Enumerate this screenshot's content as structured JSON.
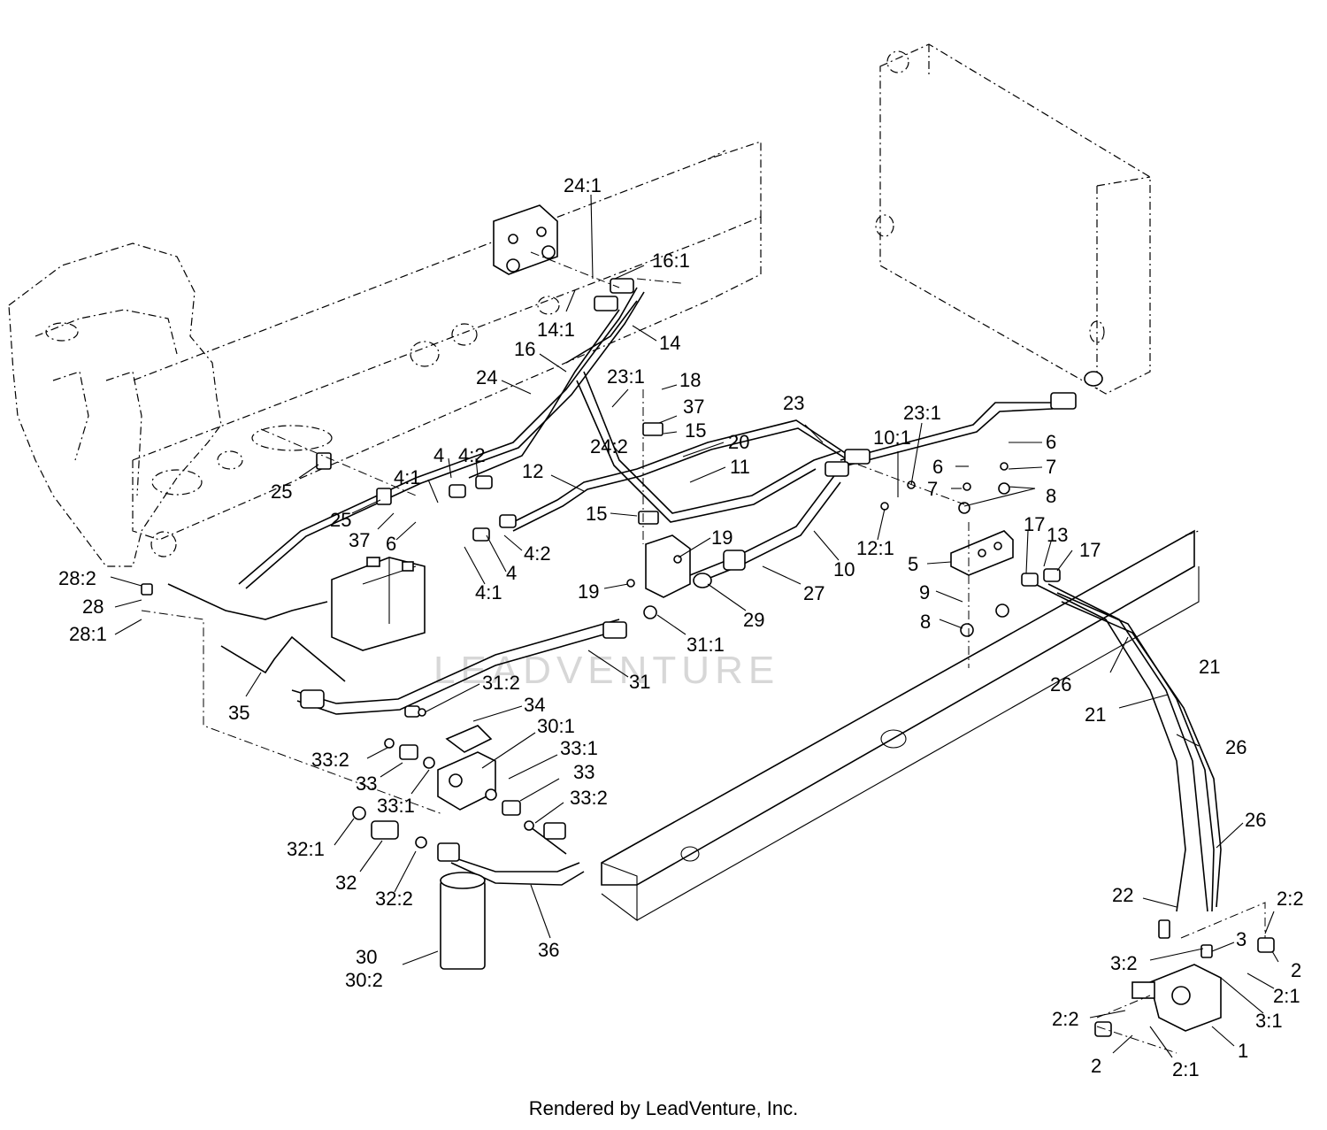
{
  "watermark": "LEADVENTURE",
  "footer": "Rendered by LeadVenture, Inc.",
  "callouts": [
    {
      "text": "24:1"
    },
    {
      "text": "16:1"
    },
    {
      "text": "14:1"
    },
    {
      "text": "14"
    },
    {
      "text": "16"
    },
    {
      "text": "24"
    },
    {
      "text": "23:1"
    },
    {
      "text": "18"
    },
    {
      "text": "37"
    },
    {
      "text": "15"
    },
    {
      "text": "24:2"
    },
    {
      "text": "20"
    },
    {
      "text": "11"
    },
    {
      "text": "23"
    },
    {
      "text": "23:1"
    },
    {
      "text": "10:1"
    },
    {
      "text": "6"
    },
    {
      "text": "7"
    },
    {
      "text": "6"
    },
    {
      "text": "7"
    },
    {
      "text": "8"
    },
    {
      "text": "4:1"
    },
    {
      "text": "4"
    },
    {
      "text": "4:2"
    },
    {
      "text": "12"
    },
    {
      "text": "25"
    },
    {
      "text": "25"
    },
    {
      "text": "37"
    },
    {
      "text": "6"
    },
    {
      "text": "15"
    },
    {
      "text": "19"
    },
    {
      "text": "4:2"
    },
    {
      "text": "4"
    },
    {
      "text": "4:1"
    },
    {
      "text": "19"
    },
    {
      "text": "12:1"
    },
    {
      "text": "17"
    },
    {
      "text": "13"
    },
    {
      "text": "17"
    },
    {
      "text": "5"
    },
    {
      "text": "10"
    },
    {
      "text": "27"
    },
    {
      "text": "29"
    },
    {
      "text": "9"
    },
    {
      "text": "8"
    },
    {
      "text": "28:2"
    },
    {
      "text": "28"
    },
    {
      "text": "28:1"
    },
    {
      "text": "31:1"
    },
    {
      "text": "31"
    },
    {
      "text": "31:2"
    },
    {
      "text": "34"
    },
    {
      "text": "35"
    },
    {
      "text": "30:1"
    },
    {
      "text": "33:1"
    },
    {
      "text": "33:2"
    },
    {
      "text": "33"
    },
    {
      "text": "33"
    },
    {
      "text": "33:1"
    },
    {
      "text": "33:2"
    },
    {
      "text": "21"
    },
    {
      "text": "21"
    },
    {
      "text": "26"
    },
    {
      "text": "26"
    },
    {
      "text": "26"
    },
    {
      "text": "32:1"
    },
    {
      "text": "32"
    },
    {
      "text": "32:2"
    },
    {
      "text": "36"
    },
    {
      "text": "30"
    },
    {
      "text": "30:2"
    },
    {
      "text": "22"
    },
    {
      "text": "2:2"
    },
    {
      "text": "3"
    },
    {
      "text": "3:2"
    },
    {
      "text": "2"
    },
    {
      "text": "2:1"
    },
    {
      "text": "3:1"
    },
    {
      "text": "2:2"
    },
    {
      "text": "1"
    },
    {
      "text": "2"
    },
    {
      "text": "2:1"
    }
  ]
}
